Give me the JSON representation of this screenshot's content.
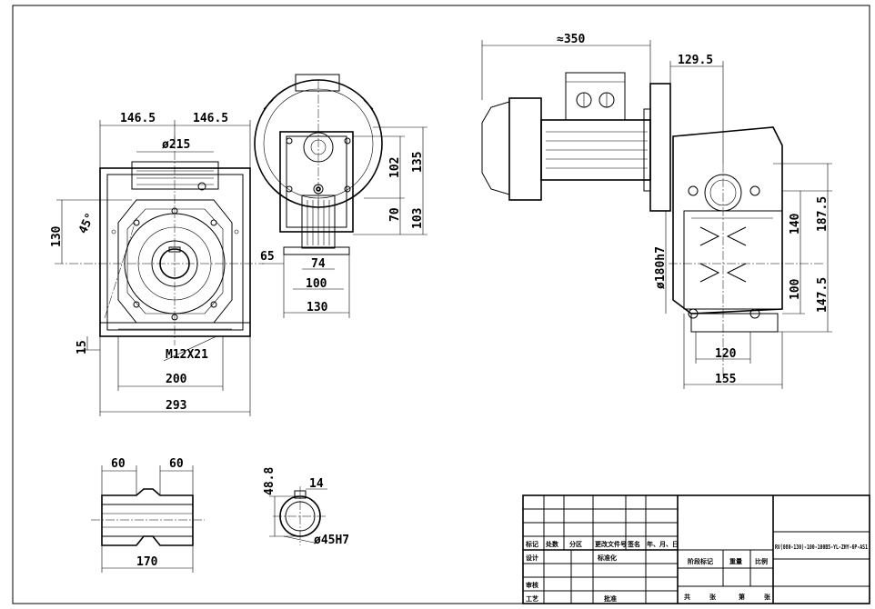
{
  "front_view": {
    "dims": [
      "146.5",
      "146.5",
      "ø215",
      "130",
      "45°",
      "15",
      "M12X21",
      "200",
      "293"
    ]
  },
  "side_view": {
    "dims": [
      "102",
      "135",
      "70",
      "103",
      "65",
      "74",
      "100",
      "130"
    ]
  },
  "motor_view": {
    "dims": [
      "≈350",
      "129.5",
      "140",
      "187.5",
      "ø180h7",
      "100",
      "147.5",
      "120",
      "155"
    ]
  },
  "shaft_view": {
    "dims": [
      "60",
      "60",
      "170"
    ]
  },
  "bore_view": {
    "dims": [
      "48.8",
      "14",
      "ø45H7"
    ]
  },
  "title_block": {
    "headers": [
      "标记",
      "处数",
      "分区",
      "更改文件号",
      "签名",
      "年、月、日"
    ],
    "design": "设计",
    "standard": "标准化",
    "check": "审核",
    "process": "工艺",
    "approve": "批准",
    "stage_mark": "阶段标记",
    "weight": "重量",
    "ratio": "比例",
    "model": "RV(080-130)-100-100B5-YL-ZHY-6P-AS1",
    "total": "共",
    "sheets": "张",
    "page": "第"
  }
}
